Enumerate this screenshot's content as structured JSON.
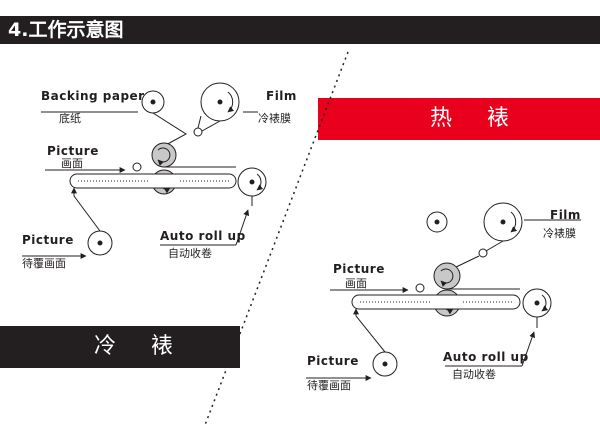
{
  "header": {
    "title": "4.工作示意图"
  },
  "hot_section": {
    "banner": "热 裱",
    "film_en": "Film",
    "film_cn": "冷裱膜",
    "picture_en": "Picture",
    "picture_cn": "画面",
    "input_en": "Picture",
    "input_cn": "待覆画面",
    "auto_en": "Auto roll up",
    "auto_cn": "自动收卷"
  },
  "cold_section": {
    "banner": "冷 裱",
    "backing_en": "Backing paper",
    "backing_cn": "底纸",
    "film_en": "Film",
    "film_cn": "冷裱膜",
    "picture_en": "Picture",
    "picture_cn": "画面",
    "input_en": "Picture",
    "input_cn": "待覆画面",
    "auto_en": "Auto roll up",
    "auto_cn": "自动收卷"
  },
  "colors": {
    "title_bg": "#231f20",
    "hot_banner": "#e8001d",
    "cold_banner": "#231f20",
    "roller": "#c8c8c8",
    "line": "#231f20"
  }
}
